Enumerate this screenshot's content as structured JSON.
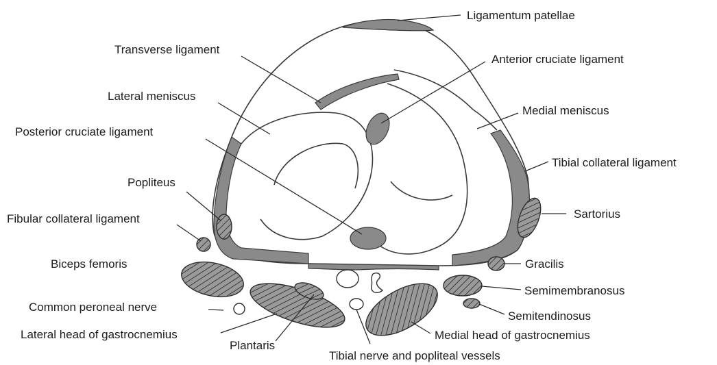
{
  "labels": {
    "ligamentum_patellae": "Ligamentum patellae",
    "transverse_ligament": "Transverse ligament",
    "anterior_cruciate_ligament": "Anterior cruciate ligament",
    "lateral_meniscus": "Lateral meniscus",
    "medial_meniscus": "Medial meniscus",
    "posterior_cruciate_ligament": "Posterior cruciate ligament",
    "tibial_collateral_ligament": "Tibial collateral ligament",
    "popliteus": "Popliteus",
    "sartorius": "Sartorius",
    "fibular_collateral_ligament": "Fibular collateral ligament",
    "biceps_femoris": "Biceps femoris",
    "gracilis": "Gracilis",
    "semimembranosus": "Semimembranosus",
    "common_peroneal_nerve": "Common peroneal nerve",
    "semitendinosus": "Semitendinosus",
    "lateral_head_of_gastrocnemius": "Lateral head of gastrocnemius",
    "medial_head_of_gastrocnemius": "Medial head of gastrocnemius",
    "plantaris": "Plantaris",
    "tibial_nerve_and_popliteal_vessels": "Tibial nerve and popliteal vessels"
  },
  "colors": {
    "ligament_fill": "#8a8a8a",
    "outline": "#3a3a3a",
    "background": "#ffffff"
  }
}
